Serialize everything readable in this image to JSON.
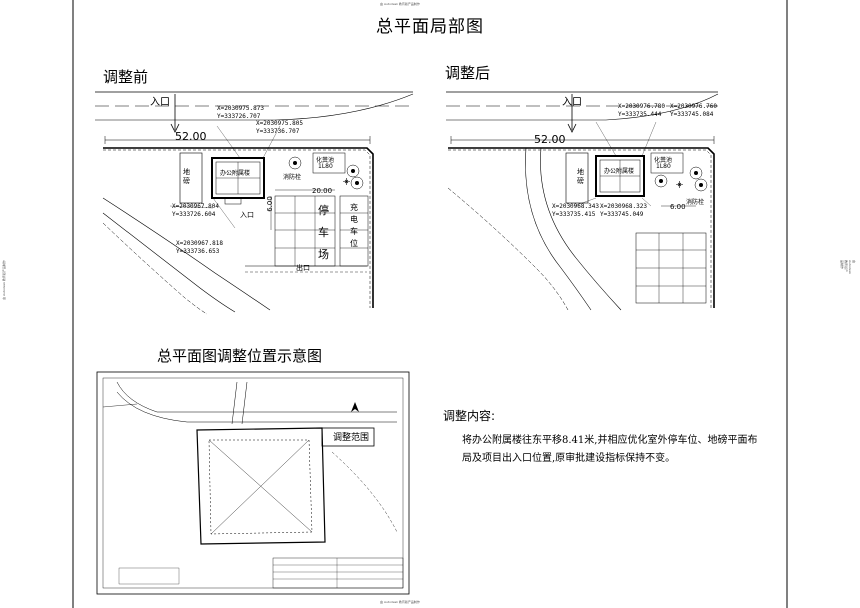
{
  "sheet": {
    "title": "总平面局部图",
    "before_label": "调整前",
    "after_label": "调整后",
    "overview_label": "总平面图调整位置示意图",
    "overview_region": "调整范围",
    "note_title": "调整内容:",
    "note_body": "将办公附属楼往东平移8.41米,并相应优化室外停车位、地磅平面布局及项目出入口位置,原审批建设指标保持不变。",
    "edge_stamp": "由 Autodesk 教育版产品制作"
  },
  "before": {
    "entrance": "入口",
    "dim_width": "52.00",
    "dim_parking": "20.00",
    "dim_side": "6.00",
    "building": "办公附属楼",
    "scale": "地磅",
    "septic": "化粪池",
    "septic_size": "1L80",
    "guard": "消防栓",
    "parking": "停车场",
    "charging": "充电车位",
    "entry2": "入口",
    "exit": "出口",
    "coords": [
      "X=2030975.873",
      "Y=333726.707",
      "X=2030975.805",
      "Y=333736.707",
      "X=2030967.804",
      "Y=333726.604",
      "X=2030967.818",
      "Y=333736.653"
    ]
  },
  "after": {
    "entrance": "入口",
    "dim_width": "52.00",
    "dim_side": "6.00",
    "building": "办公附属楼",
    "scale": "地磅",
    "septic": "化粪池",
    "septic_size": "1L80",
    "guard": "消防栓",
    "coords": [
      "X=2030976.780",
      "X=2030976.760",
      "Y=333735.444",
      "Y=333745.084",
      "X=2030968.343",
      "X=2030968.323",
      "Y=333735.415",
      "Y=333745.049"
    ]
  }
}
